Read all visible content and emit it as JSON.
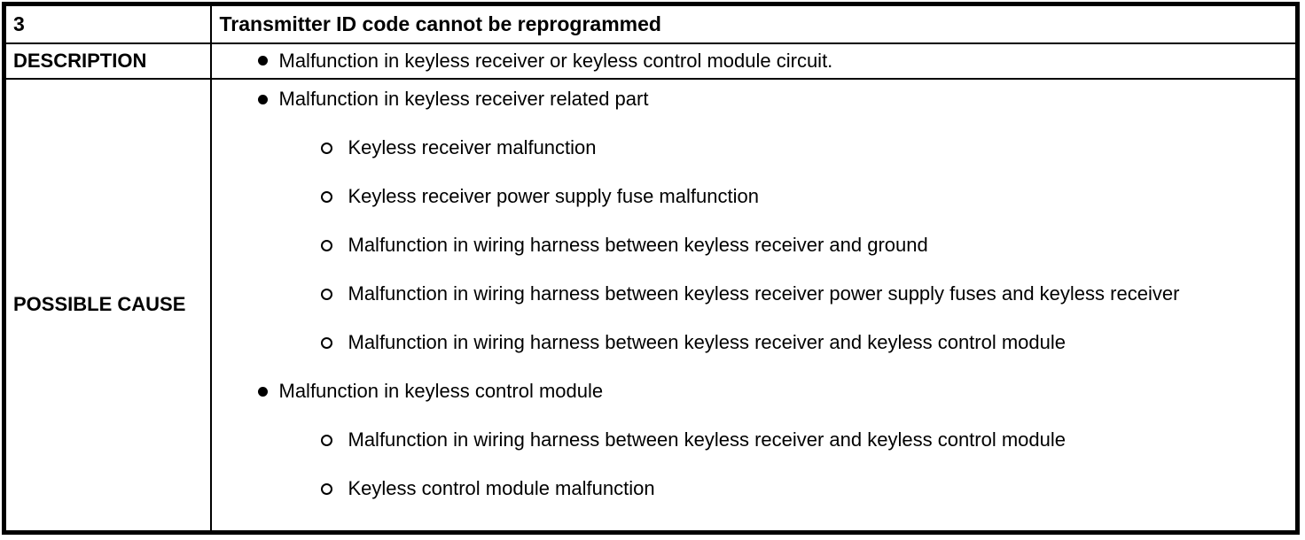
{
  "table": {
    "code": "3",
    "title": "Transmitter ID code cannot be reprogrammed",
    "description_label": "DESCRIPTION",
    "description_items": [
      "Malfunction in keyless receiver or keyless control module circuit."
    ],
    "possible_cause_label": "POSSIBLE CAUSE",
    "possible_causes": [
      {
        "text": "Malfunction in keyless receiver related part",
        "sub_items": [
          "Keyless receiver malfunction",
          "Keyless receiver power supply fuse malfunction",
          "Malfunction in wiring harness between keyless receiver and ground",
          "Malfunction in wiring harness between keyless receiver power supply fuses and keyless receiver",
          "Malfunction in wiring harness between keyless receiver and keyless control module"
        ]
      },
      {
        "text": "Malfunction in keyless control module",
        "sub_items": [
          "Malfunction in wiring harness between keyless receiver and keyless control module",
          "Keyless control module malfunction"
        ]
      }
    ]
  },
  "colors": {
    "background": "#ffffff",
    "border": "#000000",
    "text": "#000000"
  }
}
